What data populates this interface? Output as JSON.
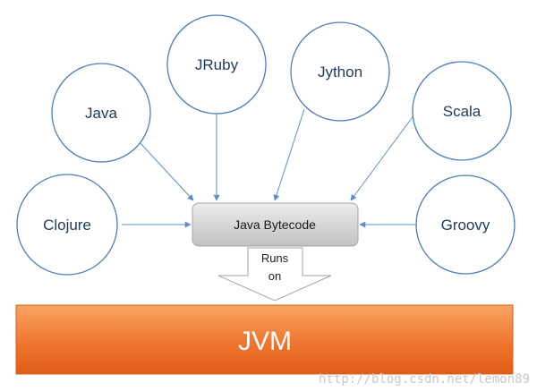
{
  "languages": [
    {
      "id": "jruby",
      "label": "JRuby"
    },
    {
      "id": "jython",
      "label": "Jython"
    },
    {
      "id": "java",
      "label": "Java"
    },
    {
      "id": "scala",
      "label": "Scala"
    },
    {
      "id": "clojure",
      "label": "Clojure"
    },
    {
      "id": "groovy",
      "label": "Groovy"
    }
  ],
  "bytecode": {
    "label": "Java Bytecode"
  },
  "runs_on": {
    "line1": "Runs",
    "line2": "on"
  },
  "jvm": {
    "label": "JVM"
  },
  "watermark": "http://blog.csdn.net/lemon89",
  "colors": {
    "circle_stroke": "#4a7ebb",
    "arrow": "#5b8fc9",
    "bytecode_fill_top": "#e6e6e6",
    "bytecode_fill_bottom": "#c4c4c4",
    "jvm_top": "#f79a52",
    "jvm_bottom": "#e8641e"
  }
}
